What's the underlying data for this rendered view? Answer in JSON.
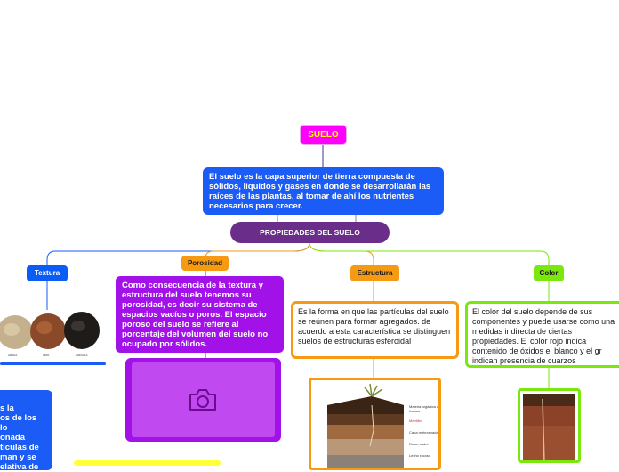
{
  "colors": {
    "root": "#ff00ff",
    "definition": "#1a5cf5",
    "properties": "#6a2d8a",
    "textura": "#0a5cf5",
    "porosidad": "#f59a12",
    "estructura": "#f59a12",
    "color": "#7ae70f",
    "porosidad_text": "#a212e8"
  },
  "root": {
    "label": "SUELO"
  },
  "definition": {
    "text": "El suelo es la capa superior de tierra compuesta de sólidos, líquidos y gases en donde se desarrollarán las raíces de las plantas, al tomar de ahí los nutrientes necesarios para crecer."
  },
  "properties": {
    "label": "PROPIEDADES DEL SUELO"
  },
  "textura": {
    "label": "Textura",
    "image_captions": [
      "ARENA",
      "LIMO",
      "ARCILLA"
    ],
    "side_text": "s la\nos de los\nlo\nonada\nticulas de\nman y se\nelativa de"
  },
  "porosidad": {
    "label": "Porosidad",
    "text": "Como consecuencia de la textura y estructura del suelo tenemos su porosidad, es decir su sistema de espacios vacíos o poros. El espacio poroso del suelo se refiere al porcentaje del volumen del suelo no ocupado por sólidos.",
    "image_icon": "camera-icon"
  },
  "estructura": {
    "label": "Estructura",
    "text": "Es la forma en que las partículas del suelo se reúnen para formar agregados. de acuerdo a esta característica se distinguen suelos de estructuras esferoidal",
    "image_labels": [
      "Materia orgánica o humus",
      "Mantillo",
      "Capa meteorizada",
      "Roca madre",
      "Lecho rocoso"
    ]
  },
  "color": {
    "label": "Color",
    "text": "El color del suelo depende de sus componentes y puede usarse como una medidas indirecta de ciertas propiedades. El color rojo indica contenido de óxidos el blanco y el gr indican presencia de cuarzos"
  }
}
